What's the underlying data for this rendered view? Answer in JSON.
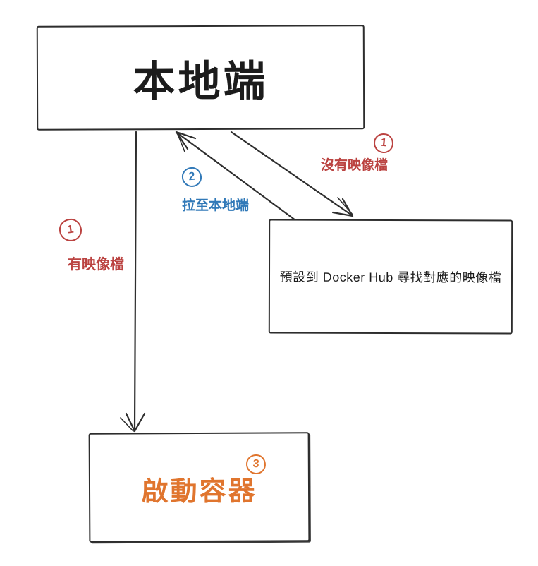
{
  "diagram": {
    "topic": "docker-run-image-flow"
  },
  "colors": {
    "red": "#bb4341",
    "blue": "#3179b8",
    "orange": "#e0752e",
    "line": "#2e2e2e"
  },
  "nodes": {
    "local": {
      "label": "本地端"
    },
    "dockerhub": {
      "label": "預設到 Docker Hub 尋找對應的映像檔"
    },
    "container": {
      "label": "啟動容器"
    }
  },
  "annotations": {
    "no_image": {
      "number": "1",
      "label": "沒有映像檔",
      "color": "#bb4341"
    },
    "pull_local": {
      "number": "2",
      "label": "拉至本地端",
      "color": "#3179b8"
    },
    "has_image": {
      "number": "1",
      "label": "有映像檔",
      "color": "#bb4341"
    },
    "start": {
      "number": "3",
      "label": "",
      "color": "#e0752e"
    }
  }
}
